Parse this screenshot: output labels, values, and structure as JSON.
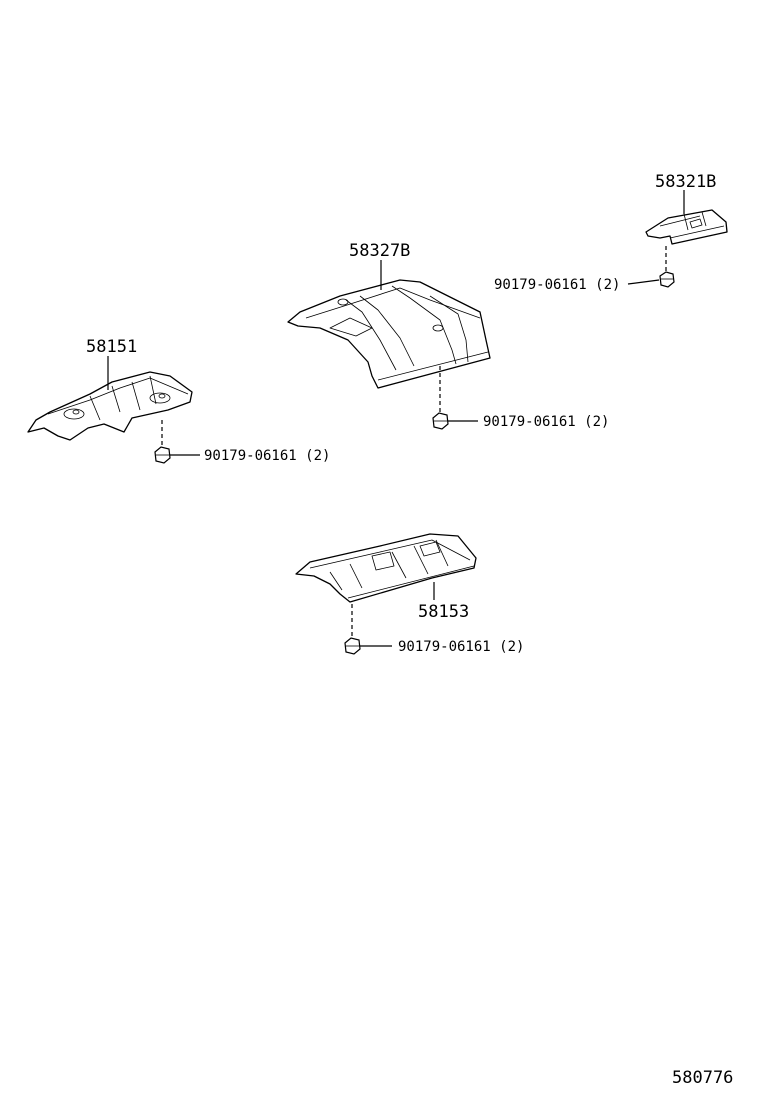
{
  "parts": {
    "p58151": "58151",
    "p58327b": "58327B",
    "p58321b": "58321B",
    "p58153": "58153"
  },
  "bolts": {
    "b1": "90179-06161 (2)",
    "b2": "90179-06161 (2)",
    "b3": "90179-06161 (2)",
    "b4": "90179-06161 (2)"
  },
  "diagram_id": "580776"
}
